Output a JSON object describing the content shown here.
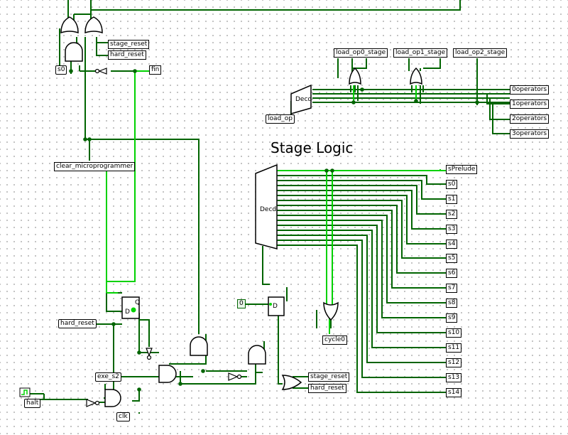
{
  "title": "Stage Logic",
  "labels": {
    "fin": "fin",
    "s0_in": "s0",
    "stage_reset_top": "stage_reset",
    "hard_reset_top": "hard_reset",
    "clear_micro": "clear_microprogrammer",
    "load_op0_stage": "load_op0_stage",
    "load_op1_stage": "load_op1_stage",
    "load_op2_stage": "load_op2_stage",
    "load_op": "load_op",
    "op0": "0operators",
    "op1": "1operators",
    "op2": "2operators",
    "op3": "3operators",
    "hard_reset_left": "hard_reset",
    "exe_s2": "exe_s2",
    "halt": "halt",
    "clk": "clk",
    "const0": "0",
    "stage_reset_bottom": "stage_reset",
    "hard_reset_bottom": "hard_reset",
    "cycle0": "cycle0"
  },
  "stage_outputs": [
    "sPrelude",
    "s0",
    "s1",
    "s2",
    "s3",
    "s4",
    "s5",
    "s6",
    "s7",
    "s8",
    "s9",
    "s10",
    "s11",
    "s12",
    "s13",
    "s14"
  ],
  "component_text": {
    "decoder_big": "Decd",
    "decoder_small": "Decd",
    "flipflop": "D",
    "flipflop_q": "Q",
    "counter": "D"
  },
  "colors": {
    "wire_on": "#00d200",
    "wire_dark": "#006400",
    "wire_black": "#000000",
    "background": "#ffffff"
  }
}
